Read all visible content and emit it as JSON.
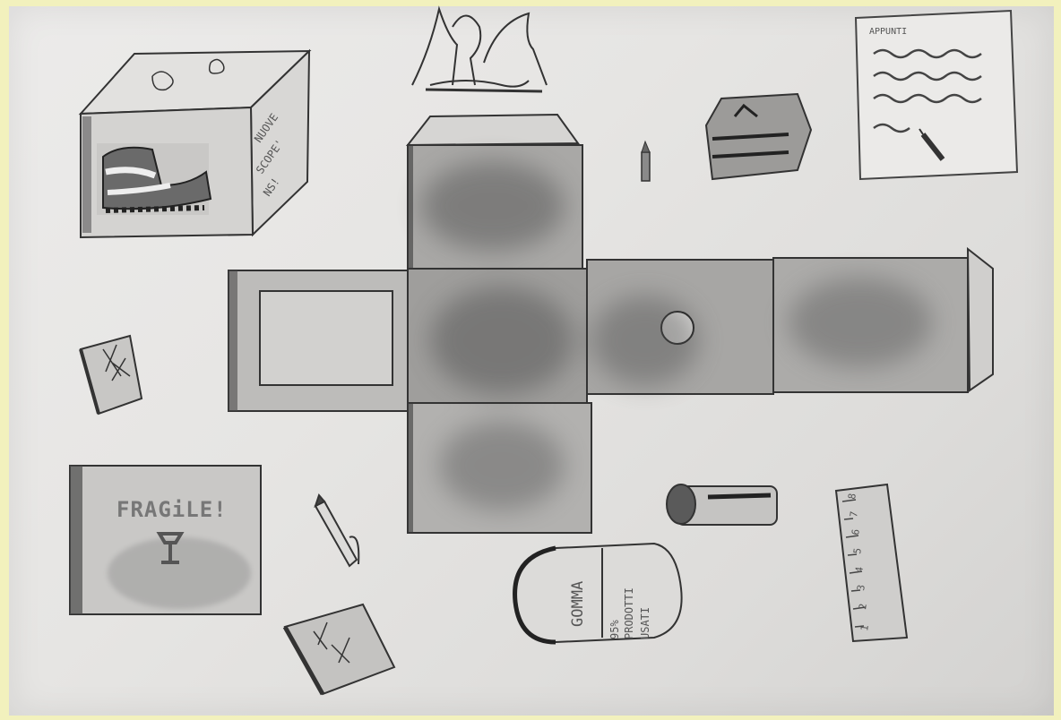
{
  "box_sketch": {
    "side_text": [
      "NUOVE",
      "SCOPE'",
      "NS!"
    ]
  },
  "notes_page": {
    "title": "APPUNTI"
  },
  "fragile_box": {
    "label": "FRAGiLE!"
  },
  "eraser": {
    "front": "GOMMA",
    "back_lines": [
      "95%",
      "PRODOTTI",
      "USATI"
    ]
  },
  "ruler": {
    "marks": [
      "1",
      "2",
      "3",
      "4",
      "5",
      "6",
      "7",
      "8"
    ]
  },
  "colors": {
    "graphite": "#3a3a3a",
    "shading": "#8d8d8d",
    "paper": "#e6e5e3",
    "border": "#f2f1bd"
  }
}
